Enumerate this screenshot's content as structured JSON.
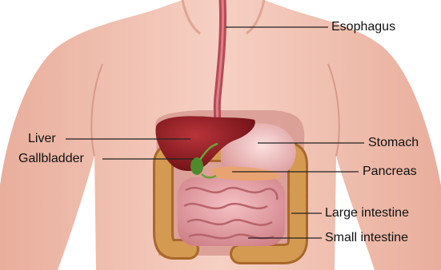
{
  "labels": {
    "esophagus": "Esophagus",
    "liver": "Liver",
    "gallbladder": "Gallbladder",
    "stomach": "Stomach",
    "pancreas": "Pancreas",
    "large_intestine": "Large intestine",
    "small_intestine": "Small intestine"
  },
  "colors": {
    "skin": "#f3c4b6",
    "skin_shadow": "#dea190",
    "cavity": "#c88882",
    "liver": "#8d1b22",
    "stomach": "#f0bcbc",
    "esophagus": "#c2545e",
    "gallbladder": "#4f8a2e",
    "pancreas": "#e8a070",
    "large_intestine": "#c98a3e",
    "small_intestine": "#e7a3a9",
    "leader_line": "#222222",
    "text": "#111111"
  }
}
